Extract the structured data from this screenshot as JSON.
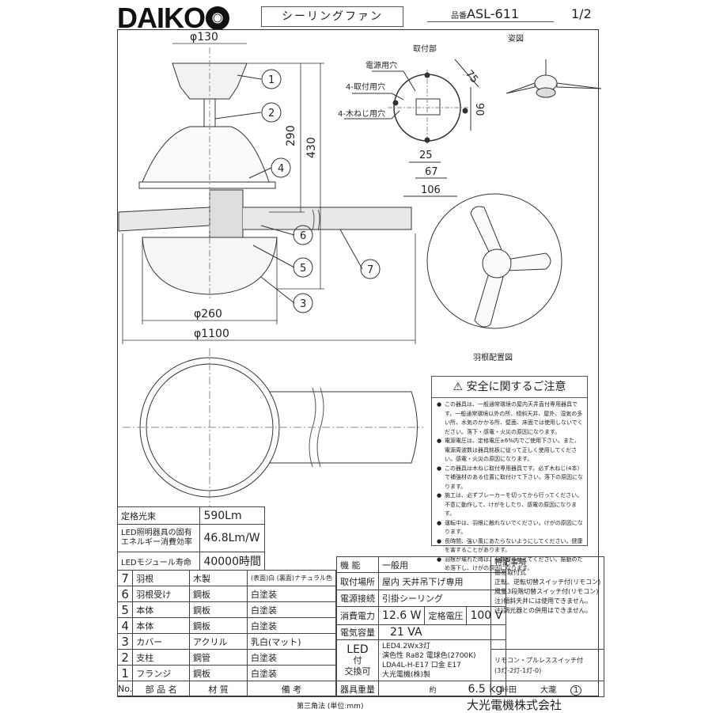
{
  "header": {
    "logo": "DAIKO",
    "title": "シーリングファン",
    "part_no_label": "品番",
    "part_no": "ASL-611",
    "page": "1/2"
  },
  "drawing": {
    "perspective_label": "姿図",
    "mount_label": "取付部",
    "mount_callouts": [
      "電源用穴",
      "4-取付用穴",
      "4-木ねじ用穴"
    ],
    "mount_dims": [
      "75",
      "90",
      "25",
      "67",
      "106"
    ],
    "side_dims": [
      "φ130",
      "290",
      "430",
      "φ260",
      "φ1100"
    ],
    "part_callouts": [
      "1",
      "2",
      "4",
      "6",
      "5",
      "7",
      "3"
    ],
    "blade_layout_label": "羽根配置図"
  },
  "safety": {
    "title": "安全に関するご注意",
    "items": [
      "この器具は、一般通常環境の屋内天井直付専用器具です。一般通常環境以外の所、傾斜天井、屋外、湿気の多い所、水気のかかる所、壁面、床面では使用しないでください。落下・感電・火災の原因になります。",
      "電源電圧は、定格電圧±6%内でご使用下さい。また、電源周波数は器具銘板に従って正しく使用してください。感電・火災の原因になります。",
      "この器具は木ねじ取付専用器具です。必ず木ねじ(4本)で補強材のある位置に取付けて下さい。落下の原因になります。",
      "施工は、必ずブレーカーを切ってから行ってください。不意に動作して、けがをしたり、感電の原因になります。",
      "運転中は、羽根に触れないでください。けがの原因になります。",
      "長時間、強い風にあたらないようにしてください。健康を害することがあります。",
      "羽根が壊れた時は、全数取り替えてください。振動のため落下し、けがの原因になります。"
    ]
  },
  "spec_top": [
    {
      "label": "定格光束",
      "value": "590Lm"
    },
    {
      "label": "LED照明器具の固有エネルギー消費効率",
      "value": "46.8Lm/W"
    },
    {
      "label": "LEDモジュール寿命",
      "value": "40000時間"
    }
  ],
  "parts": [
    {
      "no": "7",
      "name": "羽根",
      "material": "木製",
      "note": "(表面)白 (裏面)ナチュラル色"
    },
    {
      "no": "6",
      "name": "羽根受け",
      "material": "鋼板",
      "note": "白塗装"
    },
    {
      "no": "5",
      "name": "本体",
      "material": "鋼板",
      "note": "白塗装"
    },
    {
      "no": "4",
      "name": "本体",
      "material": "鋼板",
      "note": "白塗装"
    },
    {
      "no": "3",
      "name": "カバー",
      "material": "アクリル",
      "note": "乳白(マット)"
    },
    {
      "no": "2",
      "name": "支柱",
      "material": "鋼管",
      "note": "白塗装"
    },
    {
      "no": "1",
      "name": "フランジ",
      "material": "鋼板",
      "note": "白塗装"
    }
  ],
  "parts_header": {
    "no": "No.",
    "name": "部 品 名",
    "material": "材 質",
    "note": "備 考"
  },
  "spec": {
    "function_label": "機 能",
    "function": "一般用",
    "location_label": "取付場所",
    "location": "屋内 天井吊下げ専用",
    "connection_label": "電源接続",
    "connection": "引掛シーリング",
    "power_label": "消費電力",
    "power": "12.6 W",
    "voltage_label": "定格電圧",
    "voltage": "100 V",
    "capacity_label": "電気容量",
    "capacity": "21 VA",
    "led_label": "LED",
    "led_sub1": "付",
    "led_sub2": "交換可",
    "led_lines": [
      "LED4.2Wx3灯",
      "演色性 Ra82 電球色(2700K)",
      "LDA4L-H-E17 口金 E17",
      "大光電機(株)製"
    ],
    "weight_label": "器具重量",
    "weight_approx": "約",
    "weight": "6.5 kg"
  },
  "notes": {
    "title": "特記事項",
    "lines": [
      "簡易取付式",
      "正転、逆転切替スイッチ付(リモコン)",
      "風量3段階切替スイッチ付(リモコン)",
      "注)傾斜天井には使用できません。",
      "注)調光器との併用はできません。"
    ],
    "remote": [
      "リモコン・プルレススイッチ付",
      "(3灯-2灯-1灯-0)"
    ],
    "signatures": [
      "峠田",
      "大瀧"
    ],
    "revision": "1"
  },
  "footer": {
    "method": "第三角法 (単位:mm)",
    "company": "大光電機株式会社"
  }
}
